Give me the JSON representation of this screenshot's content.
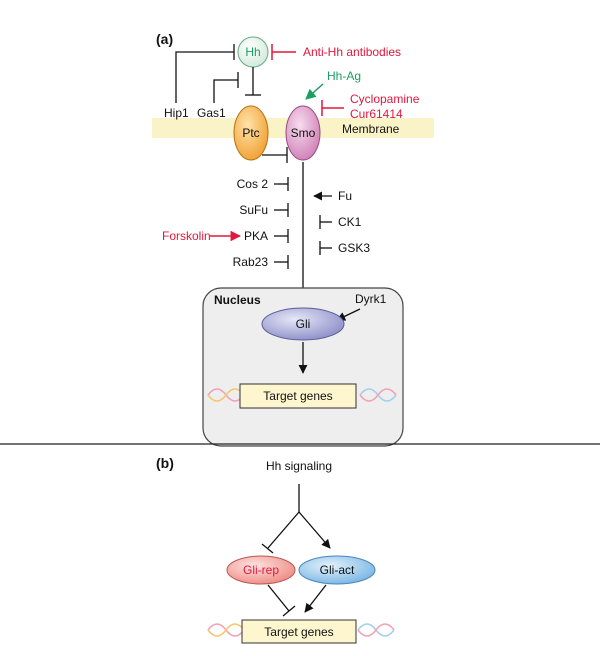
{
  "panel_a": {
    "label": "(a)",
    "hh": "Hh",
    "anti_hh": "Anti-Hh antibodies",
    "hh_ag": "Hh-Ag",
    "cyclopamine": "Cyclopamine",
    "cur61414": "Cur61414",
    "hip1": "Hip1",
    "gas1": "Gas1",
    "ptc": "Ptc",
    "smo": "Smo",
    "membrane": "Membrane",
    "left_regulators": [
      "Cos 2",
      "SuFu",
      "PKA",
      "Rab23"
    ],
    "forskolin": "Forskolin",
    "right_regulators": [
      "Fu",
      "CK1",
      "GSK3"
    ],
    "nucleus": "Nucleus",
    "dyrk1": "Dyrk1",
    "gli": "Gli",
    "target_genes": "Target genes"
  },
  "panel_b": {
    "label": "(b)",
    "hh_signaling": "Hh signaling",
    "gli_rep": "Gli-rep",
    "gli_act": "Gli-act",
    "target_genes": "Target genes"
  },
  "colors": {
    "inhibitor_red": "#e2173c",
    "agonist_green": "#1b9e62",
    "membrane": "#fbf3c8",
    "nucleus_fill": "#eeeeee",
    "ptc_fill": "#f2a33a",
    "smo_fill": "#d98fbf",
    "gli_fill": "#8e90c9",
    "gli_rep_fill": "#f08d88",
    "gli_act_fill": "#7fb8e6",
    "target_box": "#fdf6cf"
  }
}
